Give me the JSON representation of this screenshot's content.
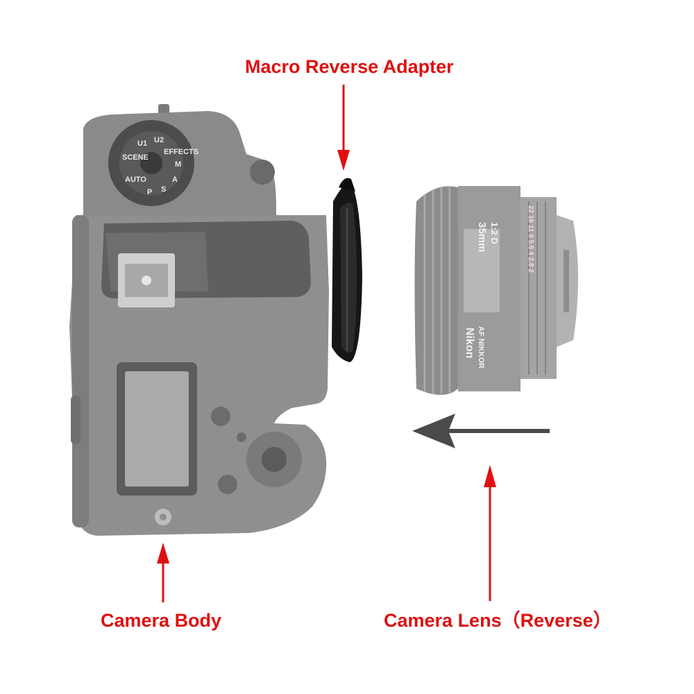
{
  "labels": {
    "adapter": "Macro Reverse Adapter",
    "body": "Camera Body",
    "lens": "Camera Lens（Reverse）"
  },
  "lens_markings": {
    "brand": "Nikon",
    "series": "AF NIKKOR",
    "focal": "35mm",
    "aperture": "1:2 D",
    "aperture_scale": "22 16 11 8 5.6 4 2.8 2",
    "mode_dial": [
      "U1",
      "U2",
      "SCENE",
      "EFFECTS",
      "M",
      "A",
      "S",
      "P",
      "AUTO"
    ]
  },
  "colors": {
    "label_text": "#e01010",
    "arrow_red": "#e01010",
    "arrow_dark": "#4a4a4a",
    "camera_body": "#8d8d8d",
    "camera_dark": "#6c6c6c",
    "adapter": "#141414",
    "lens": "#9a9a9a",
    "background": "#ffffff"
  },
  "icons": {
    "adapter_arrow": "arrow-down-icon",
    "body_arrow": "arrow-up-icon",
    "lens_arrow": "arrow-up-icon",
    "direction_arrow": "arrow-left-icon"
  }
}
